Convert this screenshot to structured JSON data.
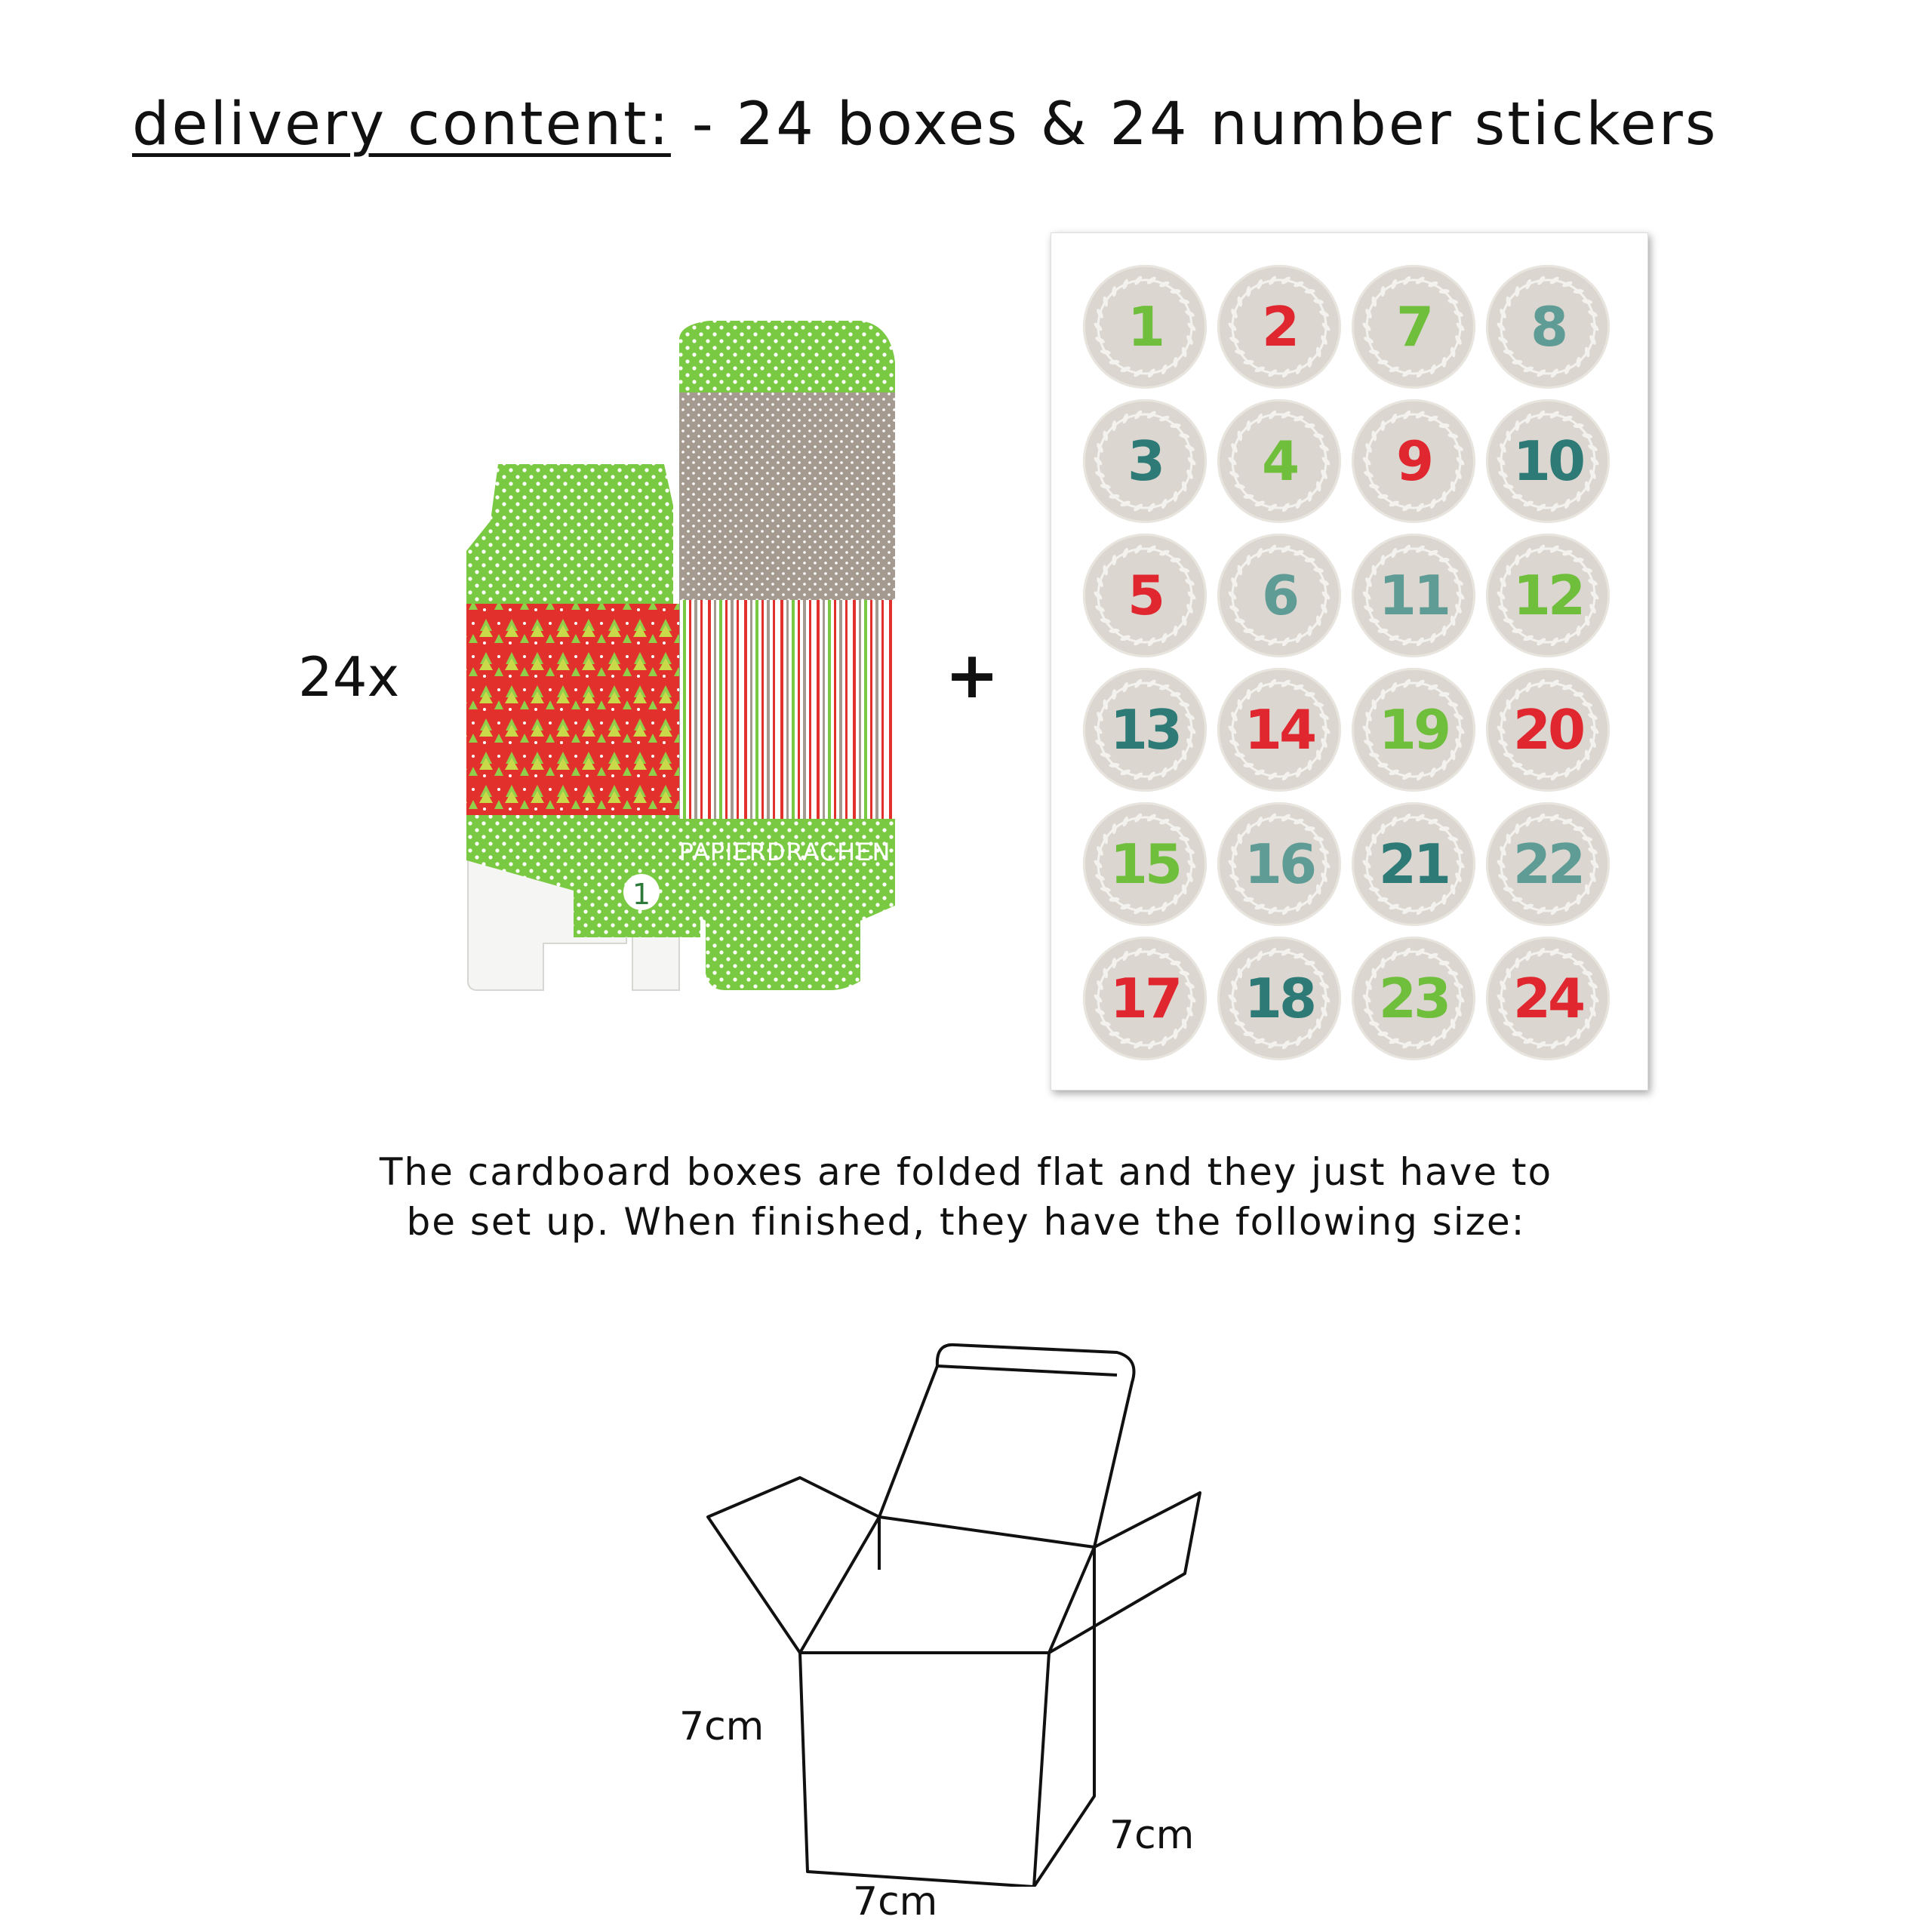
{
  "header": {
    "label": "delivery content:",
    "text": " - 24 boxes & 24 number stickers"
  },
  "multiplier": "24x",
  "plus": "+",
  "box_brand": "PAPIERDRACHEN",
  "box_number": "1",
  "stickers": [
    {
      "n": "1",
      "color": "#6fbf3c"
    },
    {
      "n": "2",
      "color": "#e0262f"
    },
    {
      "n": "7",
      "color": "#6fbf3c"
    },
    {
      "n": "8",
      "color": "#5f9c95"
    },
    {
      "n": "3",
      "color": "#2e7a77"
    },
    {
      "n": "4",
      "color": "#6fbf3c"
    },
    {
      "n": "9",
      "color": "#e0262f"
    },
    {
      "n": "10",
      "color": "#2e7a77"
    },
    {
      "n": "5",
      "color": "#e0262f"
    },
    {
      "n": "6",
      "color": "#5f9c95"
    },
    {
      "n": "11",
      "color": "#5f9c95"
    },
    {
      "n": "12",
      "color": "#6fbf3c"
    },
    {
      "n": "13",
      "color": "#2e7a77"
    },
    {
      "n": "14",
      "color": "#e0262f"
    },
    {
      "n": "19",
      "color": "#6fbf3c"
    },
    {
      "n": "20",
      "color": "#e0262f"
    },
    {
      "n": "15",
      "color": "#6fbf3c"
    },
    {
      "n": "16",
      "color": "#5f9c95"
    },
    {
      "n": "21",
      "color": "#2e7a77"
    },
    {
      "n": "22",
      "color": "#5f9c95"
    },
    {
      "n": "17",
      "color": "#e0262f"
    },
    {
      "n": "18",
      "color": "#2e7a77"
    },
    {
      "n": "23",
      "color": "#6fbf3c"
    },
    {
      "n": "24",
      "color": "#e0262f"
    }
  ],
  "caption": {
    "line1": "The cardboard boxes are folded flat and they just have to",
    "line2": "be set up. When finished, they have the following size:"
  },
  "dimensions": {
    "height": "7cm",
    "depth": "7cm",
    "width": "7cm"
  },
  "colors": {
    "green": "#7ac943",
    "red": "#e2312c",
    "taupe": "#a59a90"
  }
}
